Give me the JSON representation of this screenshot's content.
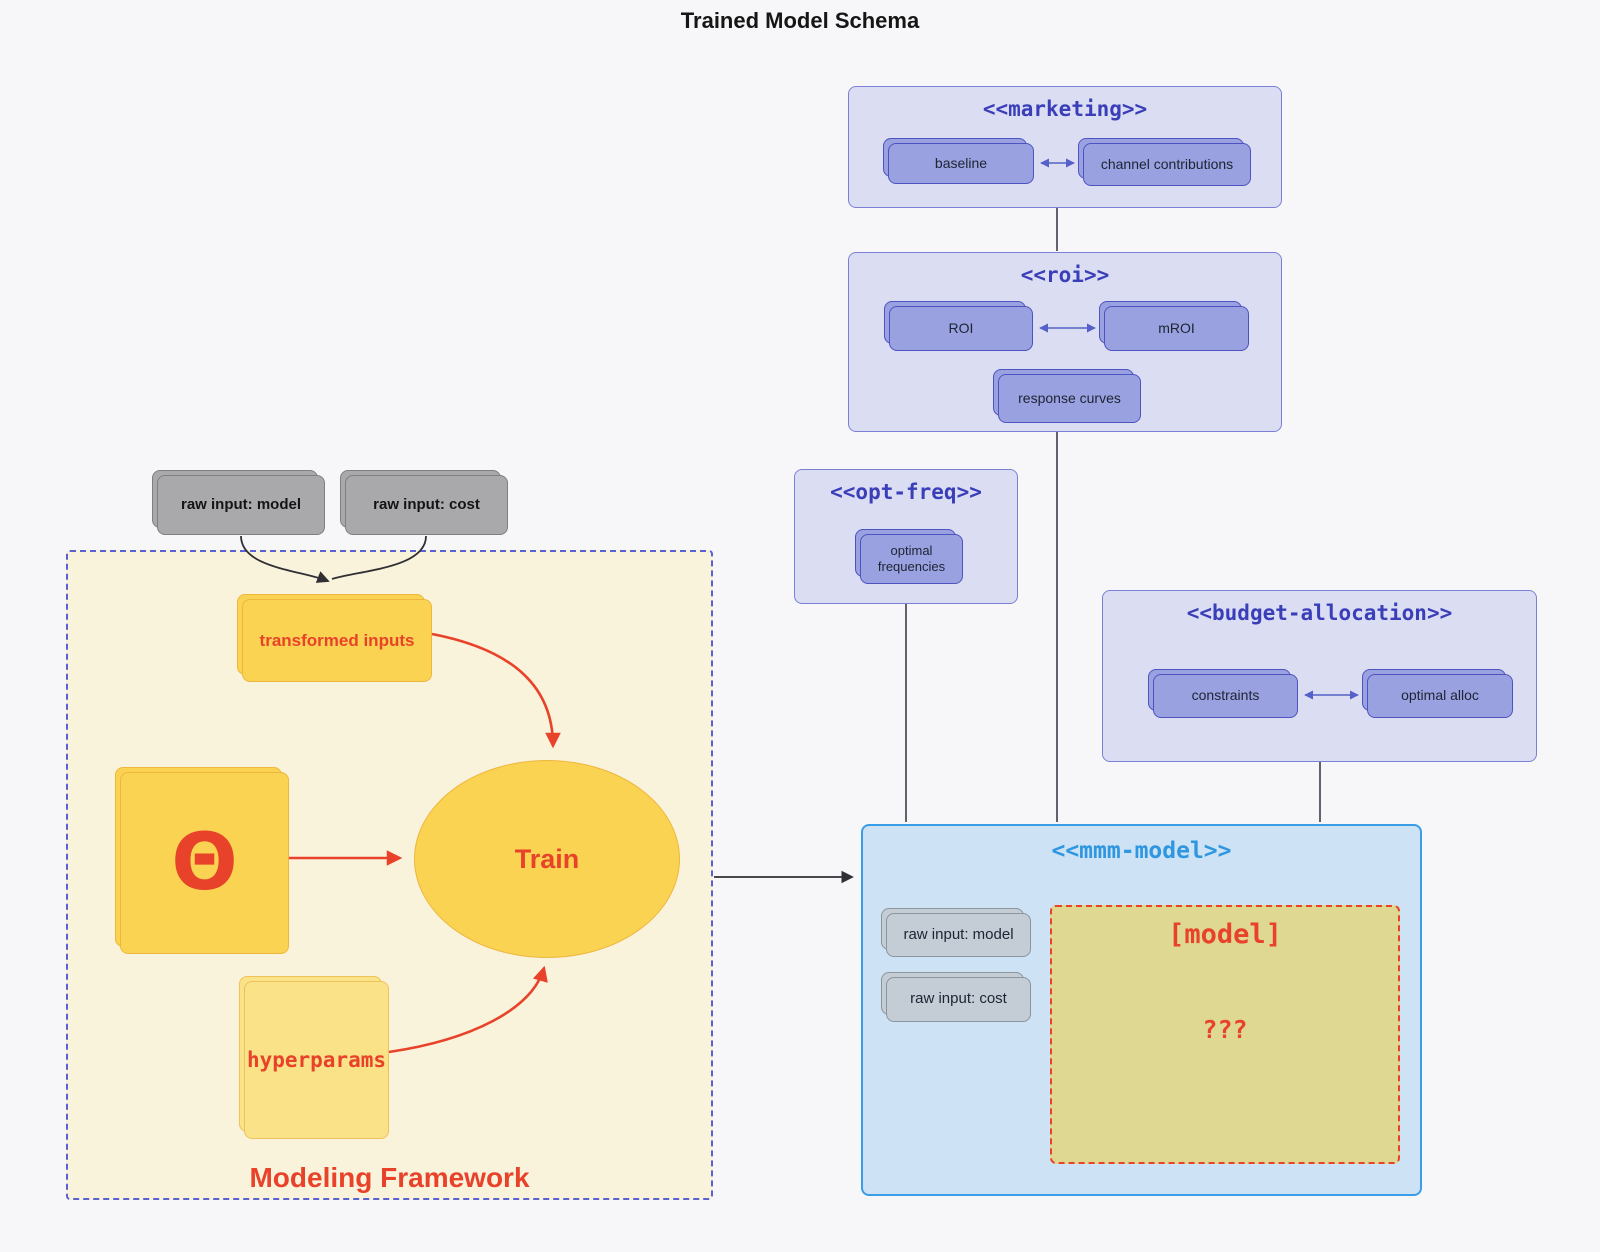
{
  "page": {
    "title": "Trained Model Schema"
  },
  "panels": {
    "marketing": {
      "title": "<<marketing>>",
      "nodes": {
        "baseline": "baseline",
        "channel_contributions": "channel contributions"
      }
    },
    "roi": {
      "title": "<<roi>>",
      "nodes": {
        "roi": "ROI",
        "mroi": "mROI",
        "response_curves": "response curves"
      }
    },
    "opt_freq": {
      "title": "<<opt-freq>>",
      "nodes": {
        "optimal_frequencies": "optimal frequencies"
      }
    },
    "budget_allocation": {
      "title": "<<budget-allocation>>",
      "nodes": {
        "constraints": "constraints",
        "optimal_alloc": "optimal alloc"
      }
    },
    "mmm_model": {
      "title": "<<mmm-model>>",
      "nodes": {
        "raw_input_model": "raw input: model",
        "raw_input_cost": "raw input: cost",
        "model_box_title": "[model]",
        "model_box_value": "???"
      }
    },
    "modeling_framework": {
      "title": "Modeling Framework",
      "nodes": {
        "transformed_inputs": "transformed inputs",
        "theta": "Θ",
        "train": "Train",
        "hyperparams": "hyperparams"
      }
    }
  },
  "external_nodes": {
    "raw_input_model": "raw input: model",
    "raw_input_cost": "raw input: cost"
  },
  "colors": {
    "background": "#f7f7f9",
    "purple_panel_fill": "#dbdef3",
    "purple_panel_border": "#7b80d4",
    "purple_title_text": "#3a3eb8",
    "purple_node_fill": "#99a1e0",
    "purple_node_border": "#4d53c0",
    "mmm_panel_fill": "#cde2f5",
    "mmm_panel_border": "#399de8",
    "mmm_title_text": "#2e97e0",
    "gray_node_fill": "#a9a9ab",
    "inner_gray_node_fill": "#c4ccd6",
    "framework_fill": "#faf3dc",
    "framework_border": "#5a62d2",
    "gold_node_fill": "#f9d351",
    "gold_node_border": "#efb63e",
    "light_gold_fill": "#fae289",
    "model_box_fill": "#ded893",
    "red_accent": "#e8432a",
    "connector_dark": "#3c3c4c",
    "connector_purple": "#5560c8"
  }
}
